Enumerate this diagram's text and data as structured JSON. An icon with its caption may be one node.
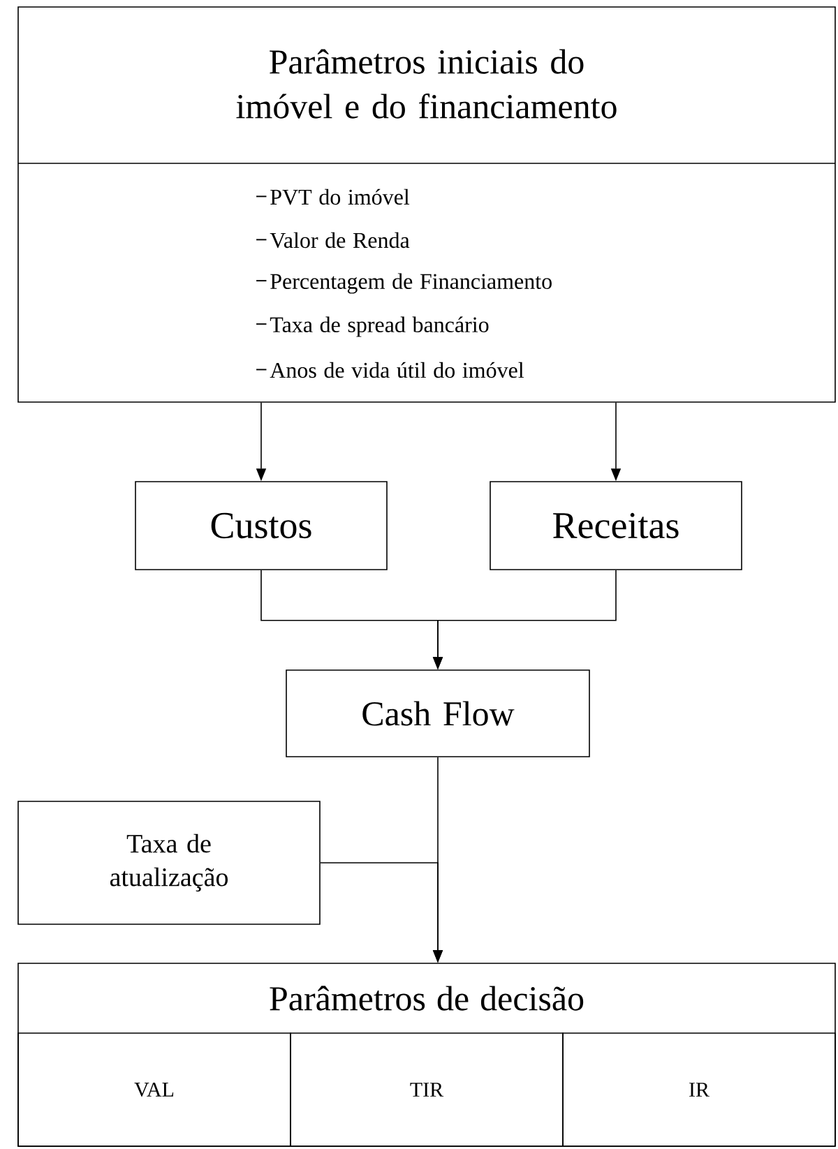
{
  "diagram": {
    "nodes": [
      {
        "text": [
          "Parâmetros iniciais do imóvel e do financiamento",
          "PVT do imóvel",
          "Valor de Renda",
          "Percentagem de Financiamento",
          "Taxa de spread bancário",
          "Anos de vida útil do imóvel"
        ]
      },
      {
        "text": [
          "Custos"
        ]
      },
      {
        "text": [
          "Receitas"
        ]
      },
      {
        "text": [
          "Cash Flow"
        ]
      },
      {
        "text": [
          "Taxa de atualização"
        ]
      },
      {
        "text": [
          "Parâmetros de decisão"
        ]
      },
      {
        "text": [
          "VAL"
        ],
        "in": 5
      },
      {
        "text": [
          "TIR"
        ],
        "in": 5
      },
      {
        "text": [
          "IR"
        ],
        "in": 5
      }
    ],
    "edges": [
      {
        "from": 0,
        "to": 1,
        "arrow": "to"
      },
      {
        "from": 0,
        "to": 2,
        "arrow": "to"
      },
      {
        "from": 1,
        "to": 3,
        "arrow": "to"
      },
      {
        "from": 2,
        "to": 3,
        "arrow": "to"
      },
      {
        "from": 3,
        "to": 5,
        "arrow": "to"
      },
      {
        "from": 4,
        "to": 5,
        "arrow": "to"
      }
    ]
  }
}
